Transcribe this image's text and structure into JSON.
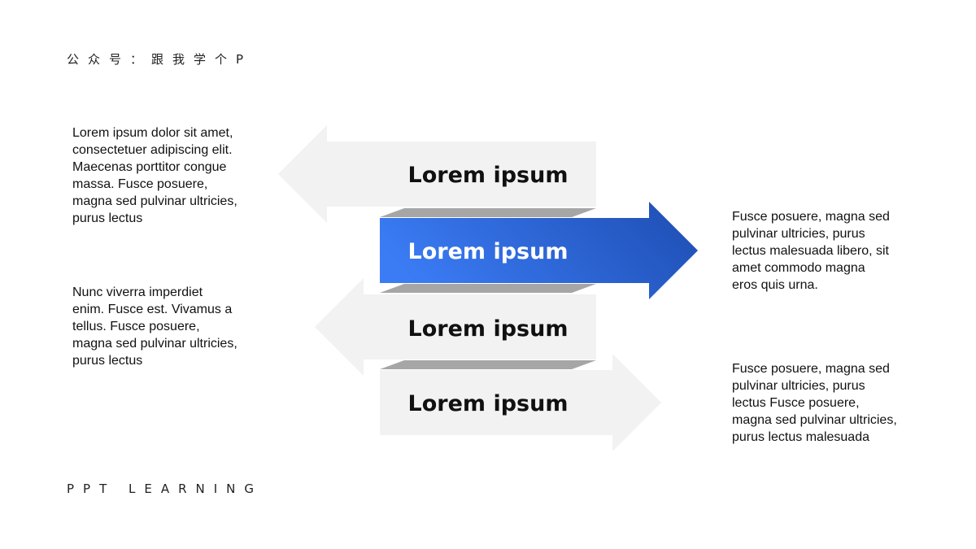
{
  "header": {
    "text": "公众号：跟我学个P"
  },
  "footer": {
    "text": "PPT LEARNING"
  },
  "arrows": [
    {
      "label": "Lorem ipsum",
      "direction": "left"
    },
    {
      "label": "Lorem ipsum",
      "direction": "right"
    },
    {
      "label": "Lorem ipsum",
      "direction": "left"
    },
    {
      "label": "Lorem ipsum",
      "direction": "right"
    }
  ],
  "paragraphs": {
    "p1": [
      "Lorem ipsum dolor sit amet,",
      "consectetuer adipiscing elit.",
      "Maecenas porttitor congue",
      "massa. Fusce posuere,",
      "magna sed pulvinar ultricies,",
      "purus lectus"
    ],
    "p2": [
      "Nunc viverra imperdiet",
      "enim. Fusce est. Vivamus a",
      "tellus. Fusce posuere,",
      "magna sed pulvinar ultricies,",
      "purus lectus"
    ],
    "p3": [
      "Fusce posuere, magna sed",
      "pulvinar ultricies, purus",
      "lectus malesuada libero, sit",
      "amet commodo magna",
      "eros quis urna."
    ],
    "p4": [
      "Fusce posuere, magna sed",
      "pulvinar ultricies, purus",
      "lectus Fusce posuere,",
      "magna sed pulvinar ultricies,",
      "purus lectus malesuada"
    ]
  },
  "colors": {
    "gray_arrow": "#f2f2f2",
    "shadow": "#a6a6a6",
    "accent_start": "#3b7cf5",
    "accent_end": "#1f4fb5",
    "label_dark": "#111111",
    "label_light": "#ffffff"
  }
}
